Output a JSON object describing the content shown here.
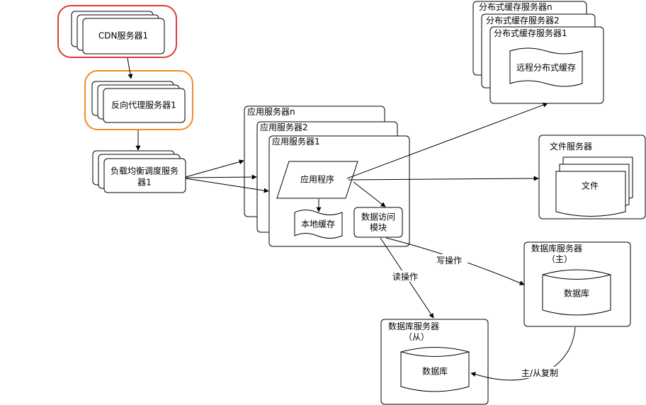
{
  "cdn": {
    "label": "CDN服务器1",
    "highlight_color": "#e53935"
  },
  "reverse_proxy": {
    "label": "反向代理服务器1",
    "highlight_color": "#f28c28"
  },
  "load_balancer": {
    "line1": "负载均衡调度服务",
    "line2": "器1"
  },
  "app_servers": {
    "titles": [
      "应用服务器n",
      "应用服务器2",
      "应用服务器1"
    ],
    "app_program": "应用程序",
    "local_cache": "本地缓存",
    "data_access_line1": "数据访问",
    "data_access_line2": "模块"
  },
  "cache_servers": {
    "titles": [
      "分布式缓存服务器n",
      "分布式缓存服务器2",
      "分布式缓存服务器1"
    ],
    "remote_cache": "远程分布式缓存"
  },
  "file_server": {
    "title": "文件服务器",
    "file": "文件"
  },
  "db_master": {
    "title": "数据库服务器",
    "subtitle": "（主）",
    "db": "数据库"
  },
  "db_slave": {
    "title": "数据库服务器",
    "subtitle": "（从）",
    "db": "数据库"
  },
  "edges": {
    "write": "写操作",
    "read": "读操作",
    "replicate": "主/从复制"
  }
}
